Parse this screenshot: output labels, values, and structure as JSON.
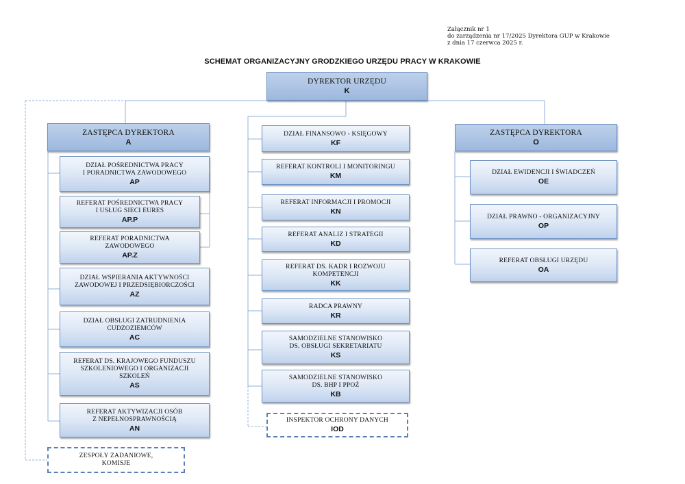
{
  "note": [
    "Załącznik nr 1",
    "do zarządzenia nr 17/2025 Dyrektora GUP w Krakowie",
    "z dnia 17 czerwca 2025 r."
  ],
  "title": "SCHEMAT ORGANIZACYJNY GRODZKIEGO URZĘDU PRACY W KRAKOWIE",
  "director": {
    "name": "DYREKTOR URZĘDU",
    "code": "K"
  },
  "deputy_a": {
    "name": "ZASTĘPCA DYREKTORA",
    "code": "A"
  },
  "deputy_o": {
    "name": "ZASTĘPCA DYREKTORA",
    "code": "O"
  },
  "left_units": [
    {
      "name": "DZIAŁ POŚREDNICTWA PRACY\nI PORADNICTWA ZAWODOWEGO",
      "code": "AP"
    },
    {
      "name": "REFERAT POŚREDNICTWA PRACY\nI USŁUG SIECI EURES",
      "code": "AP.P"
    },
    {
      "name": "REFERAT PORADNICTWA\nZAWODOWEGO",
      "code": "AP.Z"
    },
    {
      "name": "DZIAŁ WSPIERANIA AKTYWNOŚCI\nZAWODOWEJ I PRZEDSIĘBIORCZOŚCI",
      "code": "AZ"
    },
    {
      "name": "DZIAŁ OBSŁUGI ZATRUDNIENIA\nCUDZOZIEMCÓW",
      "code": "AC"
    },
    {
      "name": "REFERAT DS. KRAJOWEGO FUNDUSZU\nSZKOLENIOWEGO I ORGANIZACJI\nSZKOLEŃ",
      "code": "AS"
    },
    {
      "name": "REFERAT AKTYWIZACJI OSÓB\nZ NEPEŁNOSPRAWNOŚCIĄ",
      "code": "AN"
    }
  ],
  "left_dashed": {
    "name": "ZESPOŁY ZADANIOWE,\nKOMISJE"
  },
  "center_units": [
    {
      "name": "DZIAŁ FINANSOWO - KSIĘGOWY",
      "code": "KF"
    },
    {
      "name": "REFERAT KONTROLI I MONITORINGU",
      "code": "KM"
    },
    {
      "name": "REFERAT INFORMACJI I PROMOCJI",
      "code": "KN"
    },
    {
      "name": "REFERAT ANALIZ I STRATEGII",
      "code": "KD"
    },
    {
      "name": "REFERAT DS. KADR I ROZWOJU\nKOMPETENCJI",
      "code": "KK"
    },
    {
      "name": "RADCA PRAWNY",
      "code": "KR"
    },
    {
      "name": "SAMODZIELNE STANOWISKO\nDS. OBSŁUGI SEKRETARIATU",
      "code": "KS"
    },
    {
      "name": "SAMODZIELNE STANOWISKO\nDS. BHP I PPOŻ",
      "code": "KB"
    }
  ],
  "center_dashed": {
    "name": "INSPEKTOR OCHRONY DANYCH",
    "code": "IOD"
  },
  "right_units": [
    {
      "name": "DZIAŁ EWIDENCJI I ŚWIADCZEŃ",
      "code": "OE"
    },
    {
      "name": "DZIAŁ PRAWNO - ORGANIZACYJNY",
      "code": "OP"
    },
    {
      "name": "REFERAT OBSŁUGI URZĘDU",
      "code": "OA"
    }
  ]
}
